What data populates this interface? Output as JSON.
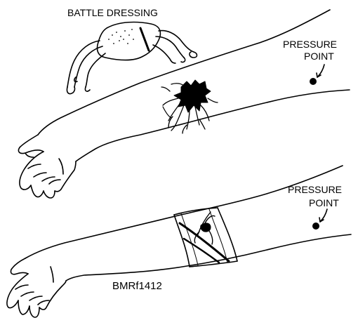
{
  "figure": {
    "label_battle_dressing": "BATTLE DRESSING",
    "pressure_point_top": {
      "line1": "PRESSURE",
      "line2": "POINT"
    },
    "pressure_point_bottom": {
      "line1": "PRESSURE",
      "line2": "POINT"
    },
    "figure_id": "BMRf1412"
  },
  "colors": {
    "ink": "#000000",
    "background": "#ffffff"
  }
}
